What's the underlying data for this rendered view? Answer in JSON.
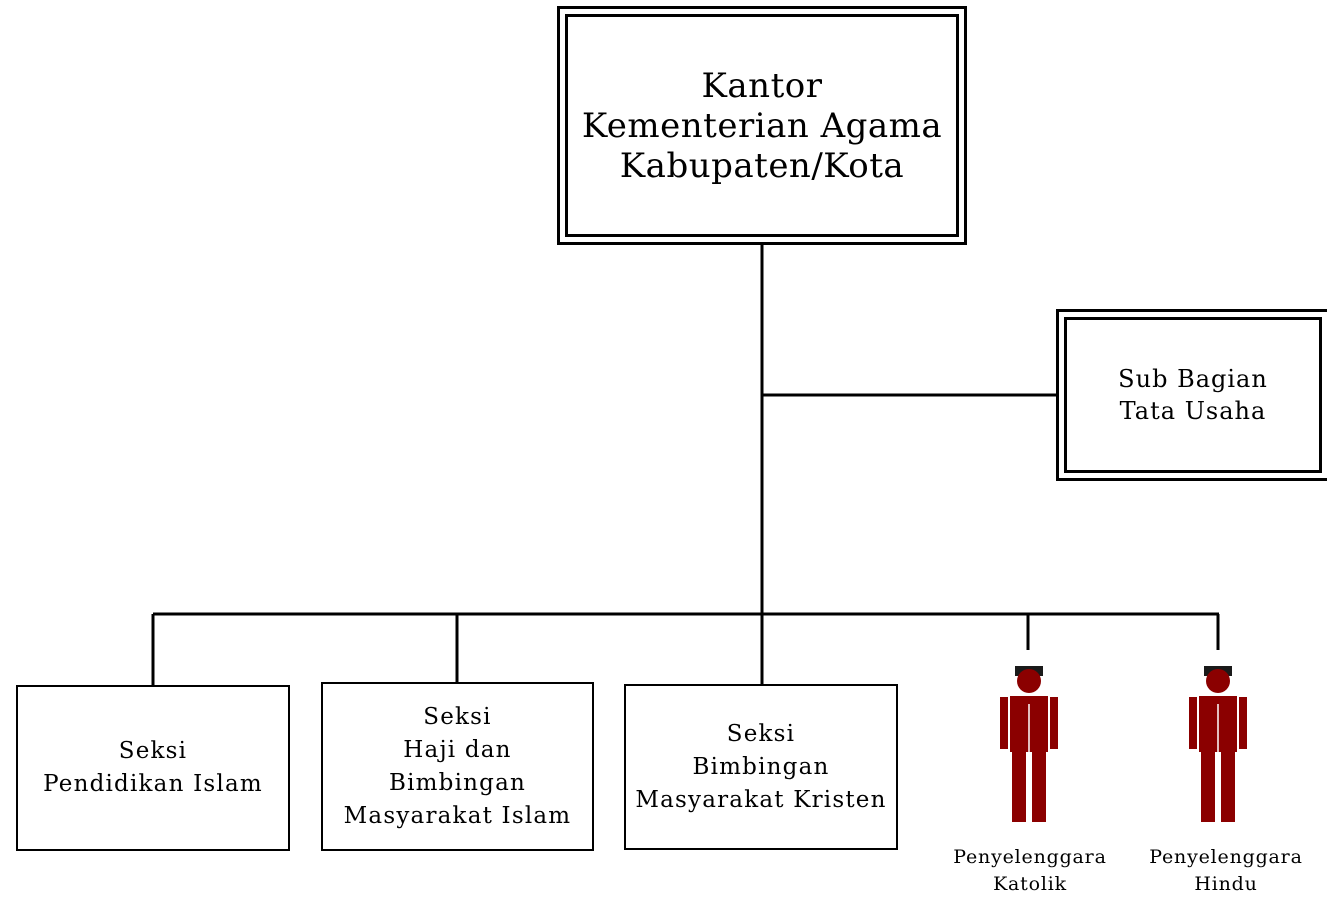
{
  "head": {
    "line1": "Kantor",
    "line2": "Kementerian Agama",
    "line3": "Kabupaten/Kota"
  },
  "sub_bagian": {
    "line1": "Sub Bagian",
    "line2": "Tata Usaha"
  },
  "sections": [
    {
      "lines": [
        "Seksi",
        "Pendidikan Islam"
      ]
    },
    {
      "lines": [
        "Seksi",
        "Haji dan",
        "Bimbingan",
        "Masyarakat Islam"
      ]
    },
    {
      "lines": [
        "Seksi",
        "Bimbingan",
        "Masyarakat Kristen"
      ]
    }
  ],
  "organizers": [
    {
      "line1": "Penyelenggara",
      "line2": "Katolik",
      "icon": "person-icon"
    },
    {
      "line1": "Penyelenggara",
      "line2": "Hindu",
      "icon": "person-icon"
    }
  ],
  "colors": {
    "lines": "#000000",
    "person_body": "#8b0000",
    "person_hair": "#1a1a1a"
  }
}
